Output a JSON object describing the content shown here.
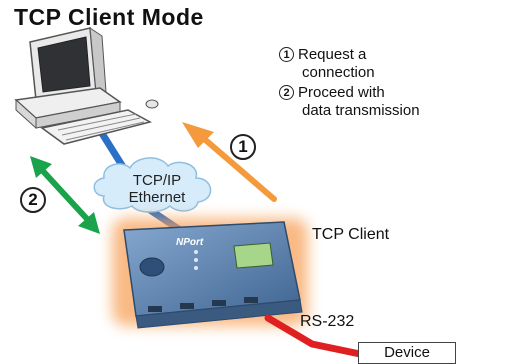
{
  "title": "TCP Client Mode",
  "legend": [
    {
      "num": "1",
      "line1": "Request a",
      "line2": "connection"
    },
    {
      "num": "2",
      "line1": "Proceed with",
      "line2": "data transmission"
    }
  ],
  "step_markers": {
    "request": "1",
    "transmit": "2"
  },
  "cloud": {
    "line1": "TCP/IP",
    "line2": "Ethernet"
  },
  "nport_label": "TCP Client",
  "serial_label": "RS-232",
  "device_label": "Device",
  "nport_brand": "NPort",
  "colors": {
    "ethernet_cable": "#2b6fc7",
    "serial_cable": "#e02020",
    "request_arrow": "#f49a3c",
    "transfer_arrow": "#1aa34a",
    "nport_glow": "#f7a25a",
    "nport_body": "#5b7fa8"
  }
}
